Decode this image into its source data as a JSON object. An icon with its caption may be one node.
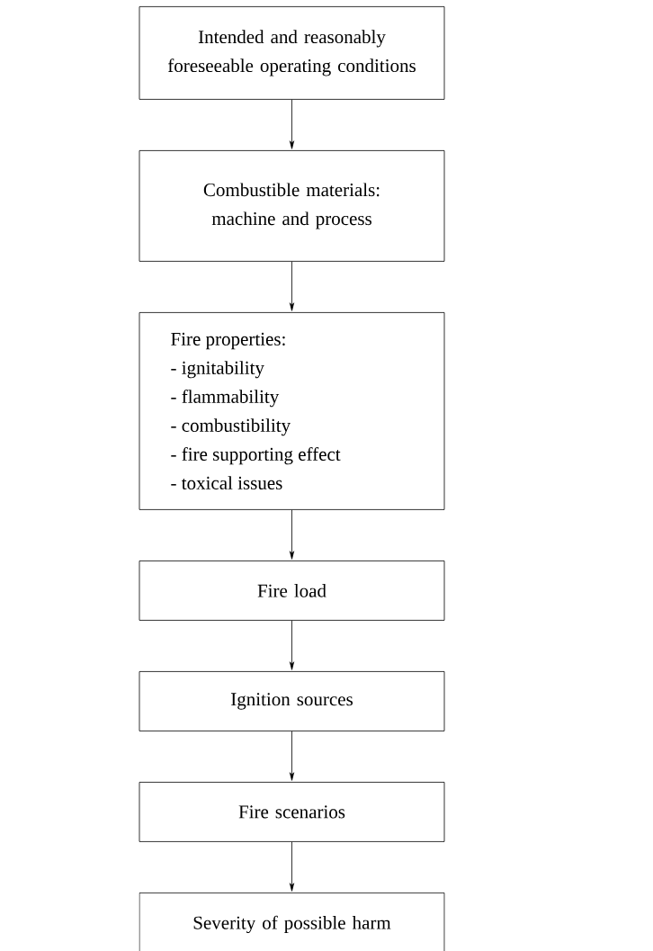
{
  "diagram": {
    "nodes": [
      {
        "text": [
          "Intended and reasonably foreseeable operating conditions"
        ]
      },
      {
        "text": [
          "Combustible materials: machine and process"
        ]
      },
      {
        "text": [
          "Fire properties:",
          "- ignitability",
          "- flammability",
          "- combustibility",
          "- fire supporting effect",
          "- toxical issues"
        ]
      },
      {
        "text": [
          "Fire load"
        ]
      },
      {
        "text": [
          "Ignition sources"
        ]
      },
      {
        "text": [
          "Fire scenarios"
        ]
      },
      {
        "text": [
          "Severity of possible harm"
        ]
      }
    ],
    "edges": [
      {
        "from": 0,
        "to": 1,
        "arrow": "to"
      },
      {
        "from": 1,
        "to": 2,
        "arrow": "to"
      },
      {
        "from": 2,
        "to": 3,
        "arrow": "to"
      },
      {
        "from": 3,
        "to": 4,
        "arrow": "to"
      },
      {
        "from": 4,
        "to": 5,
        "arrow": "to"
      },
      {
        "from": 5,
        "to": 6,
        "arrow": "to"
      }
    ]
  }
}
